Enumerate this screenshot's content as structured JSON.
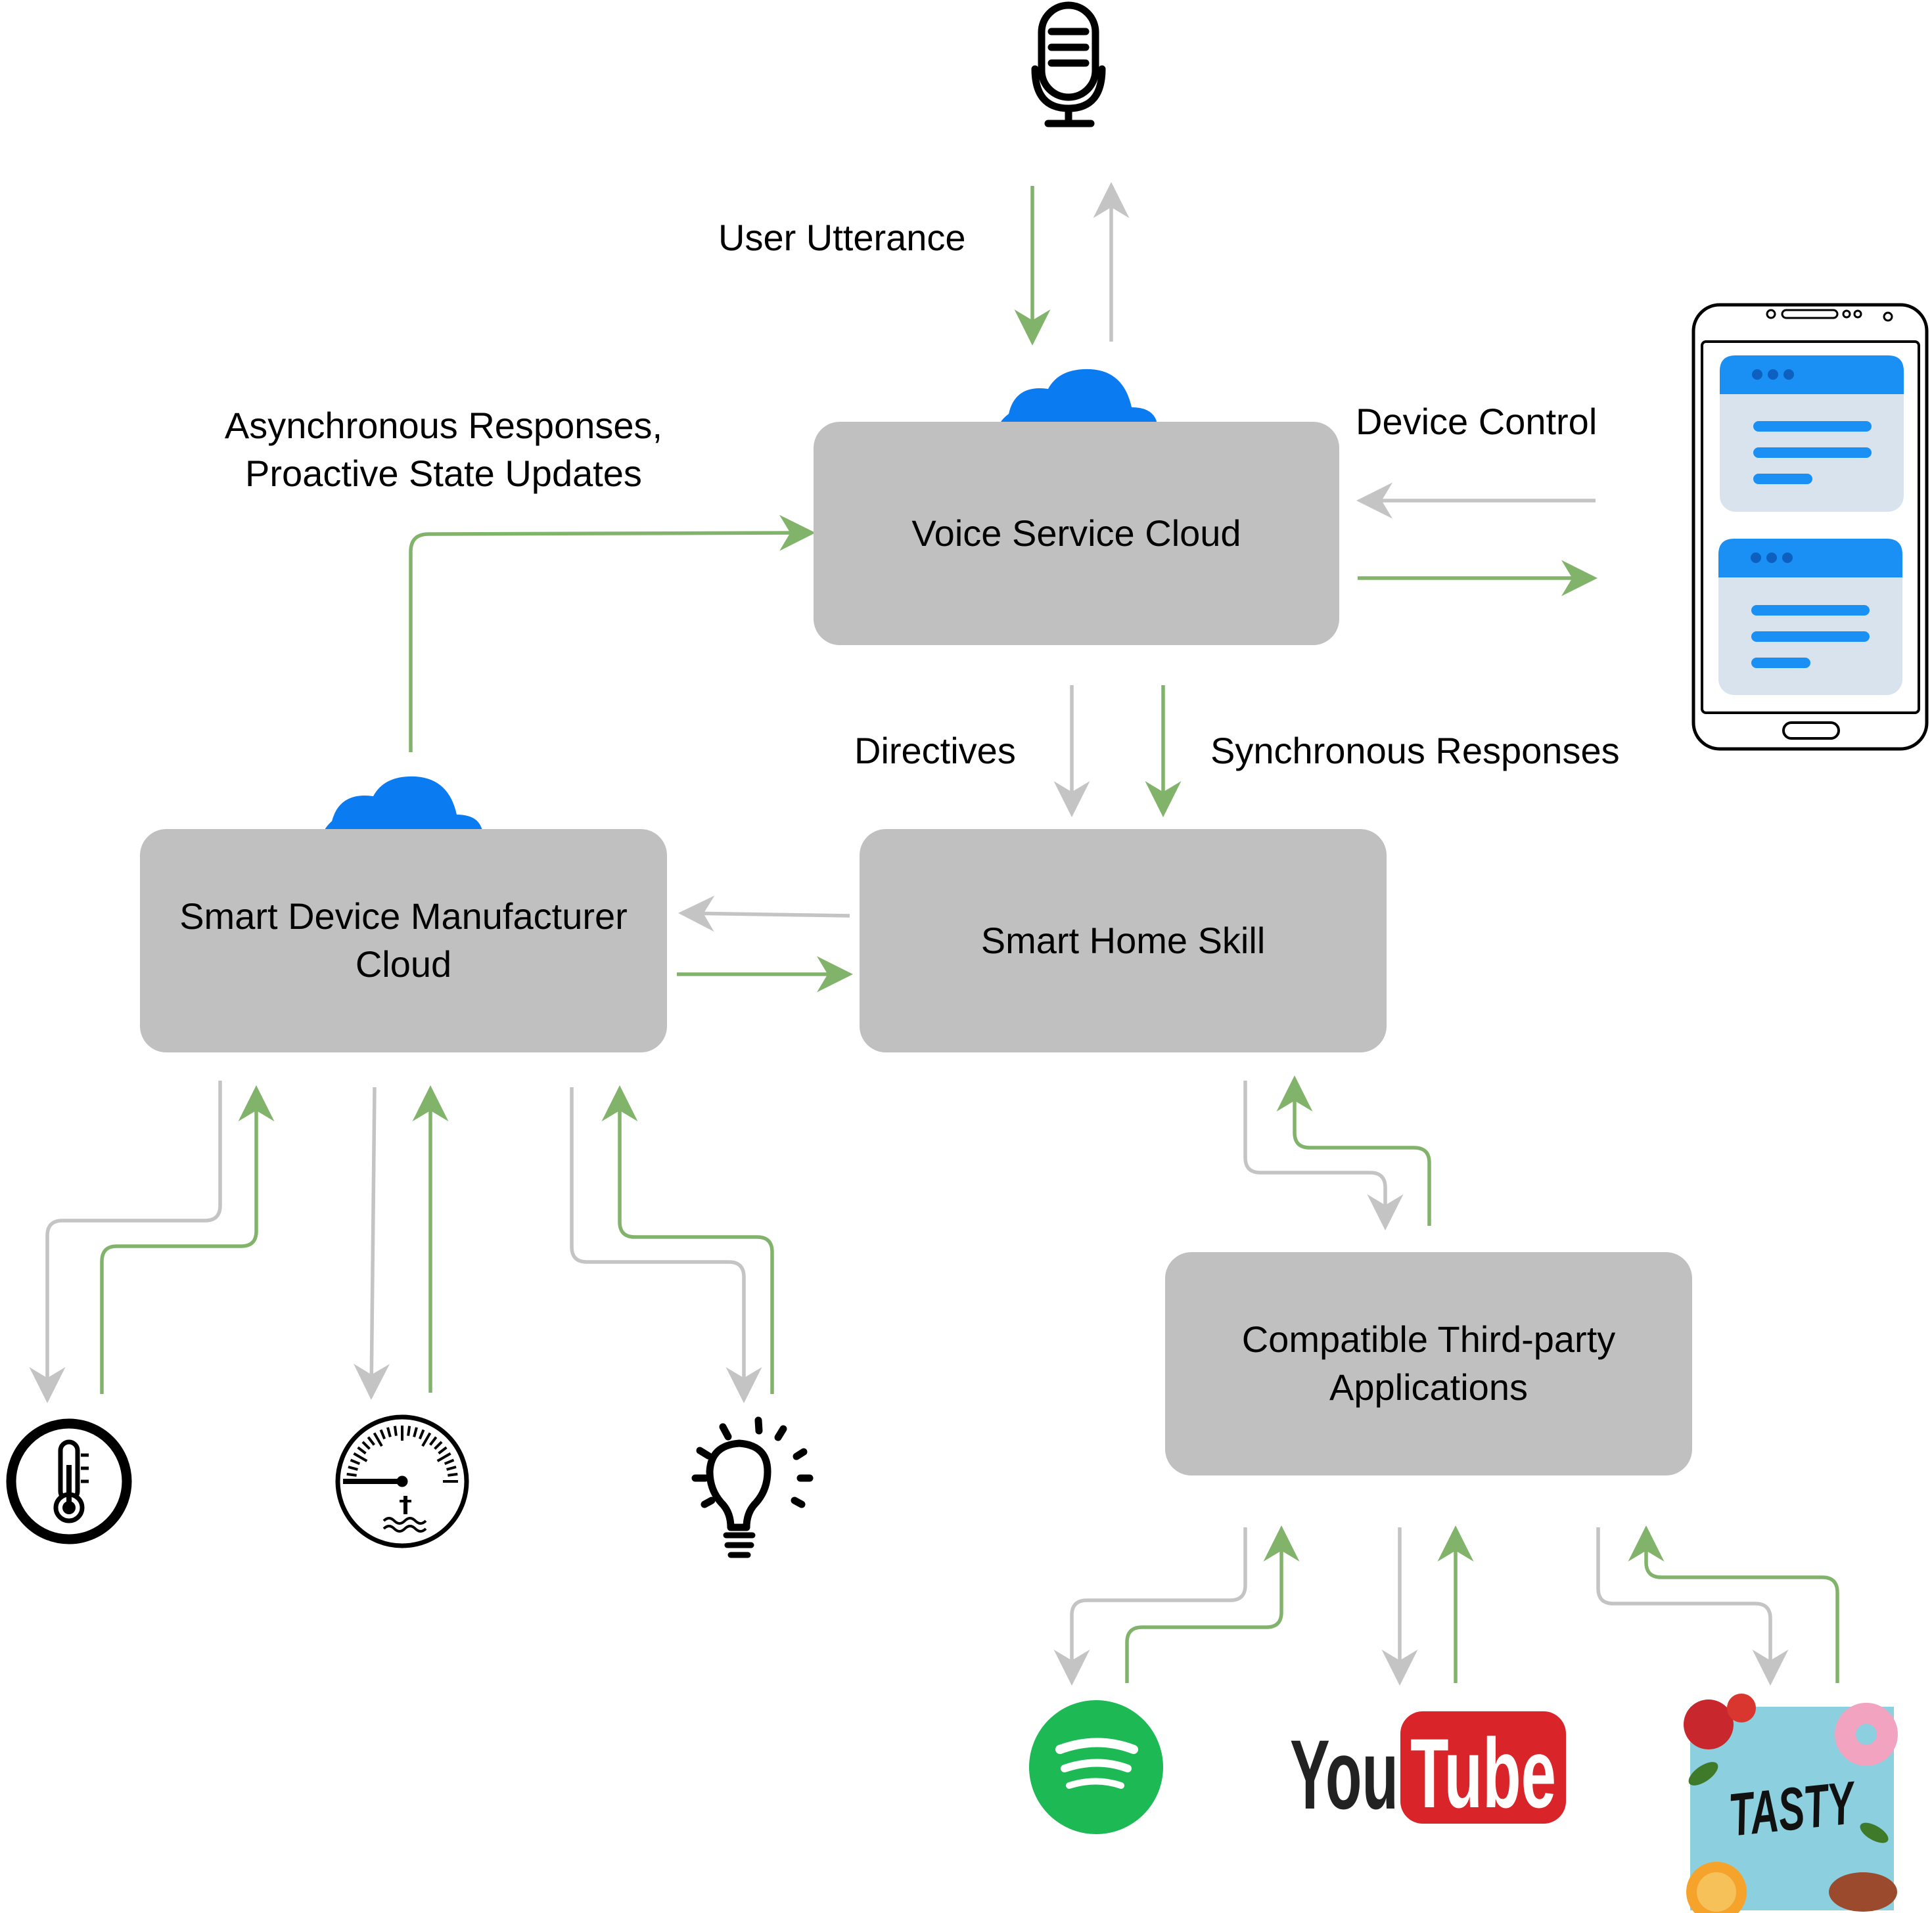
{
  "colors": {
    "box": "#c0c0c0",
    "green_arrow": "#82b36b",
    "gray_arrow": "#c4c4c4",
    "cloud": "#0a7bf0",
    "phone_accent": "#1a90f5",
    "phone_card": "#d9e3ee",
    "spotify": "#1db954",
    "youtube_red": "#d9252a"
  },
  "boxes": {
    "voice_service_cloud": "Voice Service Cloud",
    "smart_device_cloud": "Smart Device Manufacturer\nCloud",
    "smart_home_skill": "Smart Home Skill",
    "third_party_apps": "Compatible Third-party\nApplications"
  },
  "labels": {
    "user_utterance": "User Utterance",
    "async_responses_line1": "Asynchronous Responses,",
    "async_responses_line2": "Proactive State Updates",
    "device_control": "Device Control",
    "directives": "Directives",
    "synchronous_responses": "Synchronous Responses"
  },
  "icons": {
    "top": "microphone-icon",
    "right": "smartphone-icon",
    "clouds": [
      "cloud-icon",
      "cloud-icon"
    ],
    "devices": [
      "thermometer-icon",
      "gauge-icon",
      "light-bulb-icon"
    ],
    "apps": [
      "spotify-logo",
      "youtube-logo",
      "tasty-logo"
    ]
  },
  "logos": {
    "youtube_you": "You",
    "youtube_tube": "Tube",
    "tasty": "TASTY"
  }
}
